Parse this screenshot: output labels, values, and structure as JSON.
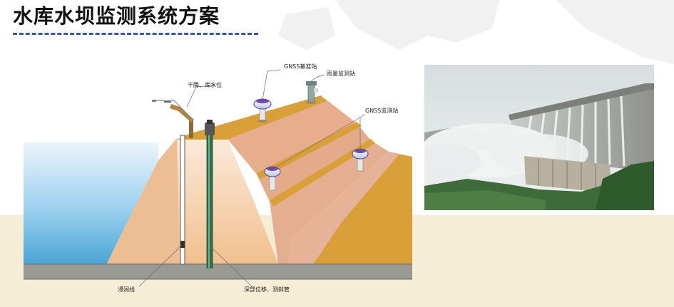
{
  "header": {
    "title": "水库水坝监测系统方案"
  },
  "labels": {
    "dry_beach_water_level": "干腾、库水位",
    "gnss_base_station": "GNSS基准站",
    "rain_gauge_station": "雨量监测站",
    "gnss_monitoring_station": "GNSS监测站",
    "seepage_line": "浸润线",
    "deep_displacement_inclinometer": "深部位移、测斜管"
  },
  "colors": {
    "reservoir_water": "#5cb0dc",
    "dam_core": "#f3c79a",
    "dam_slope": "#e6ae90",
    "dam_berm": "#d9a03a",
    "foundation": "#9a9a95",
    "ground": "#f6edd6",
    "title_underline": "#3a55a5"
  },
  "icons": {
    "gnss_receiver": "gnss-receiver-icon",
    "rain_gauge": "rain-gauge-icon",
    "water_level_sensor": "water-level-sensor-icon"
  }
}
